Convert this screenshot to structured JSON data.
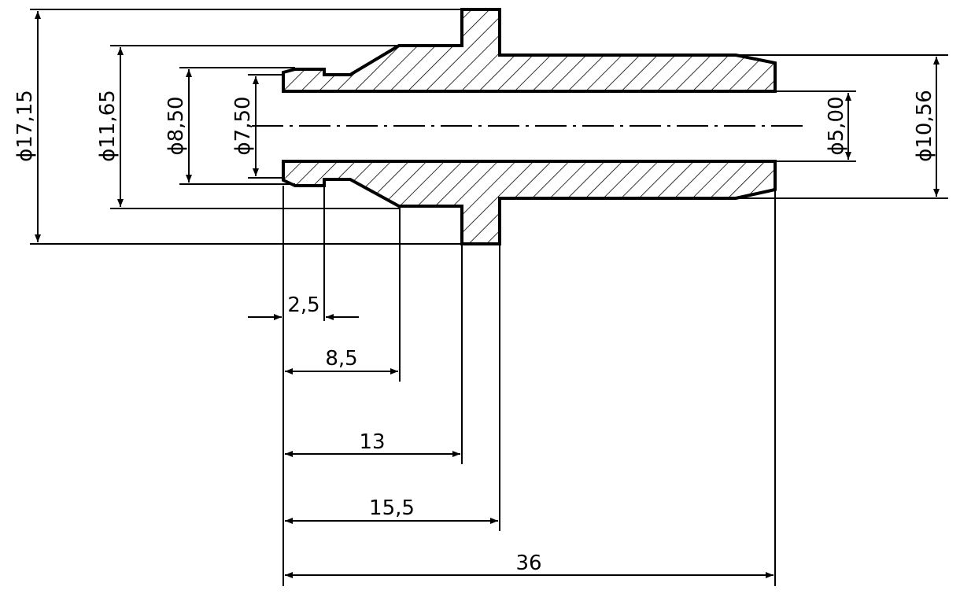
{
  "dimensions": {
    "dia_17_15": "ϕ17,15",
    "dia_11_65": "ϕ11,65",
    "dia_8_50": "ϕ8,50",
    "dia_7_50": "ϕ7,50",
    "dia_5_00": "ϕ5,00",
    "dia_10_56": "ϕ10,56",
    "len_2_5": "2,5",
    "len_8_5": "8,5",
    "len_13": "13",
    "len_15_5": "15,5",
    "len_36": "36"
  }
}
